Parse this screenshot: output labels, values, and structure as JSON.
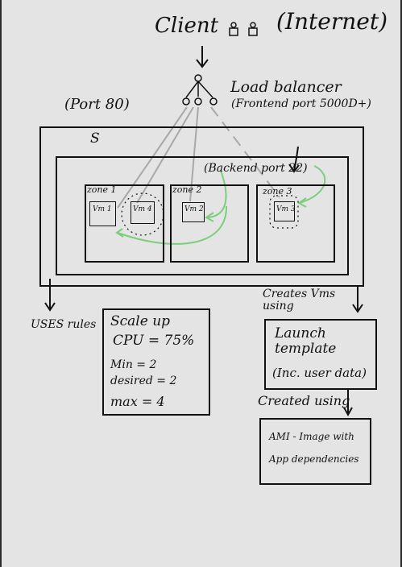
{
  "header": {
    "client_label": "Client",
    "internet_label": "(Internet)"
  },
  "load_balancer": {
    "label": "Load balancer",
    "frontend": "(Frontend port 5000D+)",
    "port_label": "(Port 80)"
  },
  "asg": {
    "label": "S",
    "backend_label": "(Backend port 22)",
    "zones": [
      {
        "label": "zone 1",
        "vms": [
          "Vm 1",
          "Vm 4"
        ]
      },
      {
        "label": "zone 2",
        "vms": [
          "Vm 2"
        ]
      },
      {
        "label": "zone 3",
        "vms": [
          "Vm 3"
        ]
      }
    ]
  },
  "rules": {
    "label": "USES rules",
    "scale_up": "Scale up",
    "cpu": "CPU = 75%",
    "min": "Min = 2",
    "desired": "desired = 2",
    "max": "max = 4"
  },
  "launch": {
    "creates_label": "Creates Vms using",
    "title": "Launch template",
    "note": "(Inc. user data)"
  },
  "ami": {
    "created_label": "Created using",
    "line1": "AMI - Image with",
    "line2": "App dependencies"
  },
  "colors": {
    "ink": "#111111",
    "paper": "#e4e4e4",
    "green_arrow": "#7ccd7c",
    "gray_line": "#b0b0b0"
  }
}
